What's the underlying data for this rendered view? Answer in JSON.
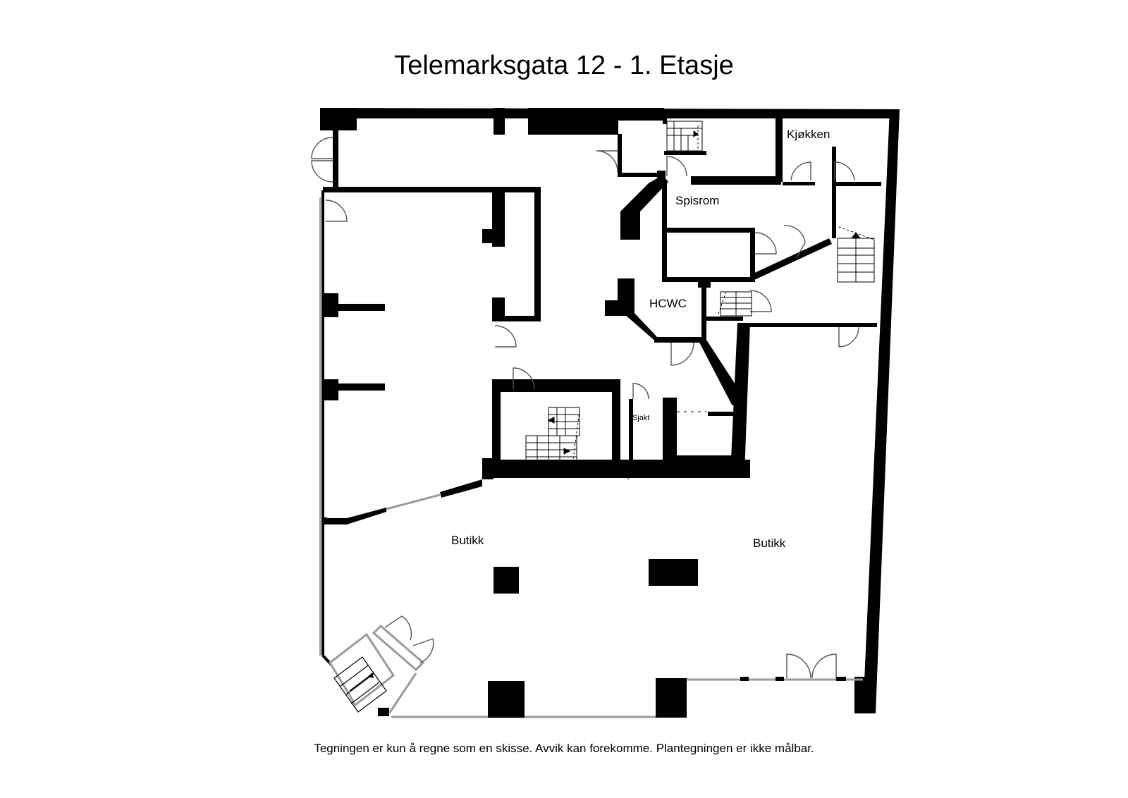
{
  "plan": {
    "title": "Telemarksgata 12 - 1. Etasje",
    "disclaimer": "Tegningen er kun å regne som en skisse. Avvik kan forekomme. Plantegningen er ikke målbar."
  },
  "rooms": {
    "kitchen": "Kjøkken",
    "dining": "Spisrom",
    "hcwc": "HCWC",
    "shaft": "Sjakt",
    "shop_left": "Butikk",
    "shop_right": "Butikk"
  },
  "colors": {
    "wall": "#000000",
    "door": "#555555",
    "window": "#9a9a9a"
  }
}
